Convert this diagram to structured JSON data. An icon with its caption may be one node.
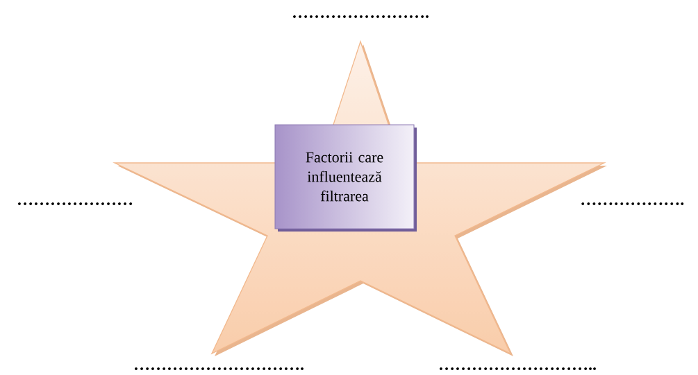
{
  "diagram": {
    "nodes": [
      {
        "text": [],
        "shape": "star"
      },
      {
        "text": [
          "Factorii care influentează filtrarea"
        ],
        "in": 0
      }
    ],
    "edges": [],
    "labels": [
      "…………………….",
      "…………………",
      "……………….",
      "………………………….",
      "……………………….."
    ]
  }
}
